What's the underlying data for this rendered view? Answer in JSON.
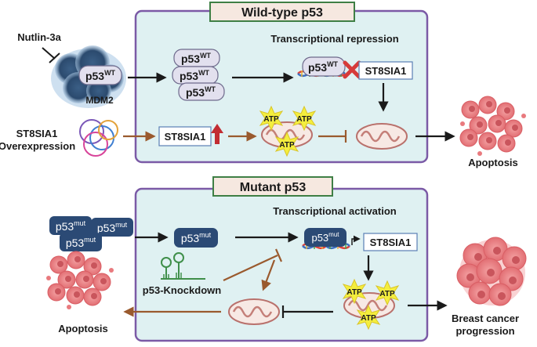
{
  "panels": {
    "wild_type": {
      "title": "Wild-type p53",
      "repression_label": "Transcriptional repression"
    },
    "mutant": {
      "title": "Mutant p53",
      "activation_label": "Transcriptional activation"
    }
  },
  "labels": {
    "nutlin": "Nutlin-3a",
    "mdm2": "MDM2",
    "st8sia1_overexpression_line1": "ST8SIA1",
    "st8sia1_overexpression_line2": "Overexpression",
    "st8sia1_gene": "ST8SIA1",
    "p53_knockdown": "p53-Knockdown",
    "apoptosis": "Apoptosis",
    "breast_cancer_line1": "Breast cancer",
    "breast_cancer_line2": "progression",
    "atp": "ATP",
    "p53_base": "p53",
    "wt_sup": "WT",
    "mut_sup": "mut"
  },
  "colors": {
    "panel_fill": "#dff1f2",
    "panel_border": "#7b5aa6",
    "title_fill": "#f6e8e0",
    "title_border": "#3f7f45",
    "mutant_p53": "#2b4a75",
    "wt_p53": "#e2e0ee",
    "brown_arrow": "#9a5a2e",
    "cancer_cell": "#e97a7e",
    "atp_star": "#f4ee3e"
  }
}
